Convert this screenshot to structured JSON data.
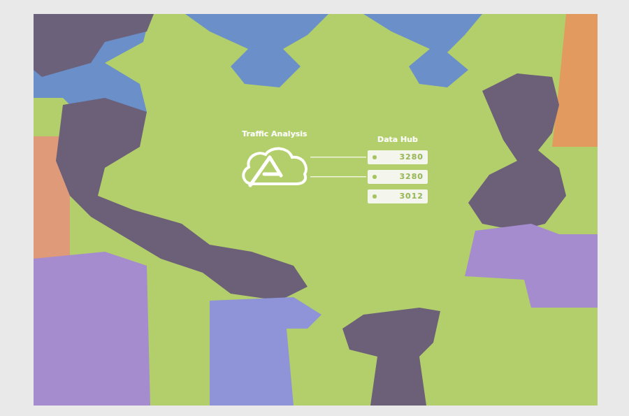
{
  "diagram": {
    "nodes": [
      {
        "text": [
          "Traffic Analysis"
        ]
      },
      {
        "text": [
          "Data Hub"
        ]
      },
      {
        "text": [
          "3280"
        ],
        "in": 1
      },
      {
        "text": [
          "3280"
        ],
        "in": 1
      },
      {
        "text": [
          "3012"
        ],
        "in": 1
      }
    ],
    "edges": [
      {
        "from": 0,
        "to": 2,
        "arrow": "none"
      },
      {
        "from": 0,
        "to": 3,
        "arrow": "none"
      }
    ]
  }
}
